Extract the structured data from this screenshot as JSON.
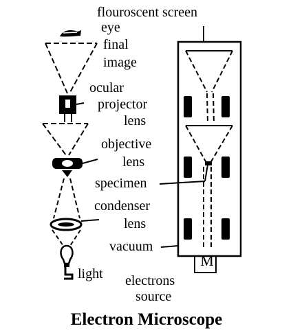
{
  "labels": {
    "flouroscent_screen": "flouroscent screen",
    "eye": "eye",
    "final": "final",
    "image": "image",
    "ocular": "ocular",
    "projector": "projector",
    "lens_projector": "lens",
    "objective": "objective",
    "lens_objective": "lens",
    "specimen": "specimen",
    "condenser": "condenser",
    "lens_condenser": "lens",
    "vacuum": "vacuum",
    "light": "light",
    "electrons": "electrons",
    "source": "source",
    "electron_gun_letter": "M"
  },
  "caption": "Electron Microscope",
  "colors": {
    "ink": "#000000",
    "background": "#ffffff"
  }
}
